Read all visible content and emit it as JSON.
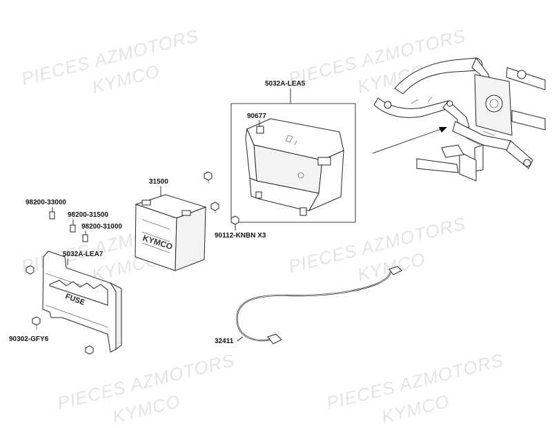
{
  "watermarks": [
    {
      "text": "PIECES AZMOTORS"
    },
    {
      "text": "KYMCO"
    },
    {
      "text": "PIECES AZMOTORS"
    },
    {
      "text": "KYMCO"
    },
    {
      "text": "PIECES AZMOTORS"
    },
    {
      "text": "KYMCO"
    },
    {
      "text": "PIECES AZMOTORS"
    },
    {
      "text": "KYMCO"
    },
    {
      "text": "PIECES AZMOTORS"
    },
    {
      "text": "KYMCO"
    },
    {
      "text": "PIECES AZMOTORS"
    },
    {
      "text": "KYMCO"
    }
  ],
  "parts": {
    "battery_box": "5032A-LEA5",
    "box_part": "90677",
    "battery": "31500",
    "fuse_a": "98200-33000",
    "fuse_b": "98200-31500",
    "fuse_c": "98200-31000",
    "bracket": "5032A-LEA7",
    "bolt_box": "90112-KNBN X3",
    "screw": "90302-GFY6",
    "cable": "32411"
  },
  "battery_labels": {
    "brand": "KYMCO",
    "fuse_text": "FUSE"
  }
}
